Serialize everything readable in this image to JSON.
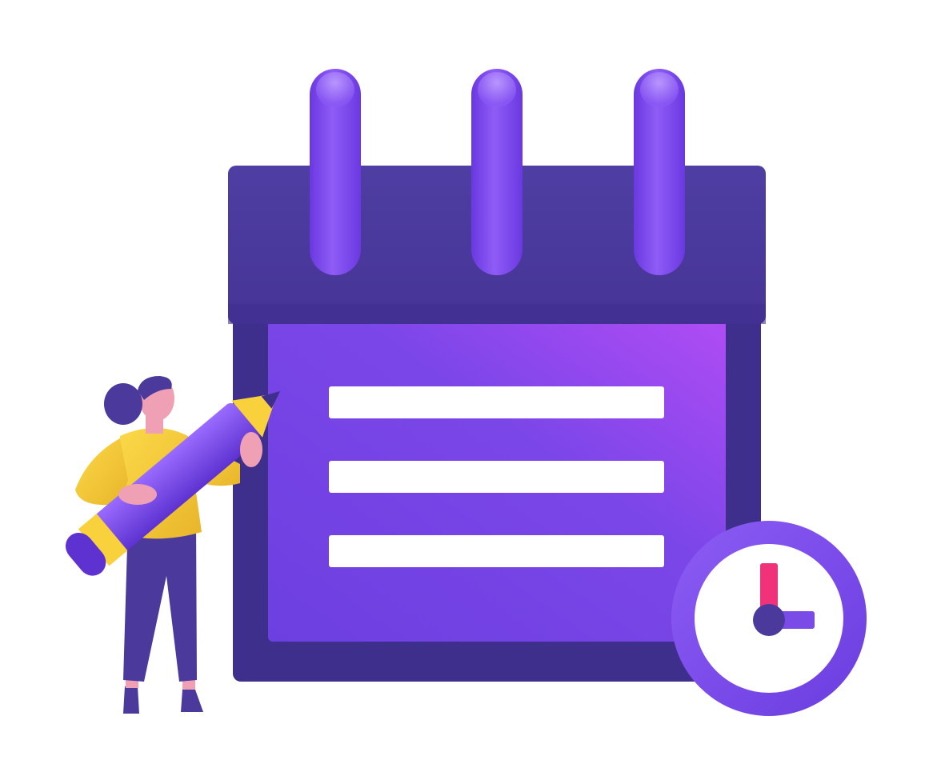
{
  "illustration": {
    "subject": "calendar-planner",
    "icons": [
      "calendar-icon",
      "clock-icon",
      "pencil-icon",
      "person-figure"
    ],
    "colors": {
      "background": "#ffffff",
      "calendar_header": "#4b3a9c",
      "calendar_body": "#3f2f8e",
      "calendar_page": "#7b46e8",
      "calendar_page_highlight": "#b04cf5",
      "ring": "#7c4df0",
      "text_line": "#ffffff",
      "clock_ring": "#7b4be8",
      "clock_face": "#ffffff",
      "clock_hour_hand": "#f0327a",
      "clock_minute_hand": "#7b4be8",
      "clock_center": "#4b3a9c",
      "sweater": "#f8d13c",
      "pants": "#4b3a9c",
      "skin": "#f0a0b4",
      "hair": "#4b3a9c",
      "pencil_body": "#7b4be8",
      "pencil_band": "#f8d13c"
    },
    "calendar": {
      "ring_count": 3,
      "line_count": 3
    }
  }
}
